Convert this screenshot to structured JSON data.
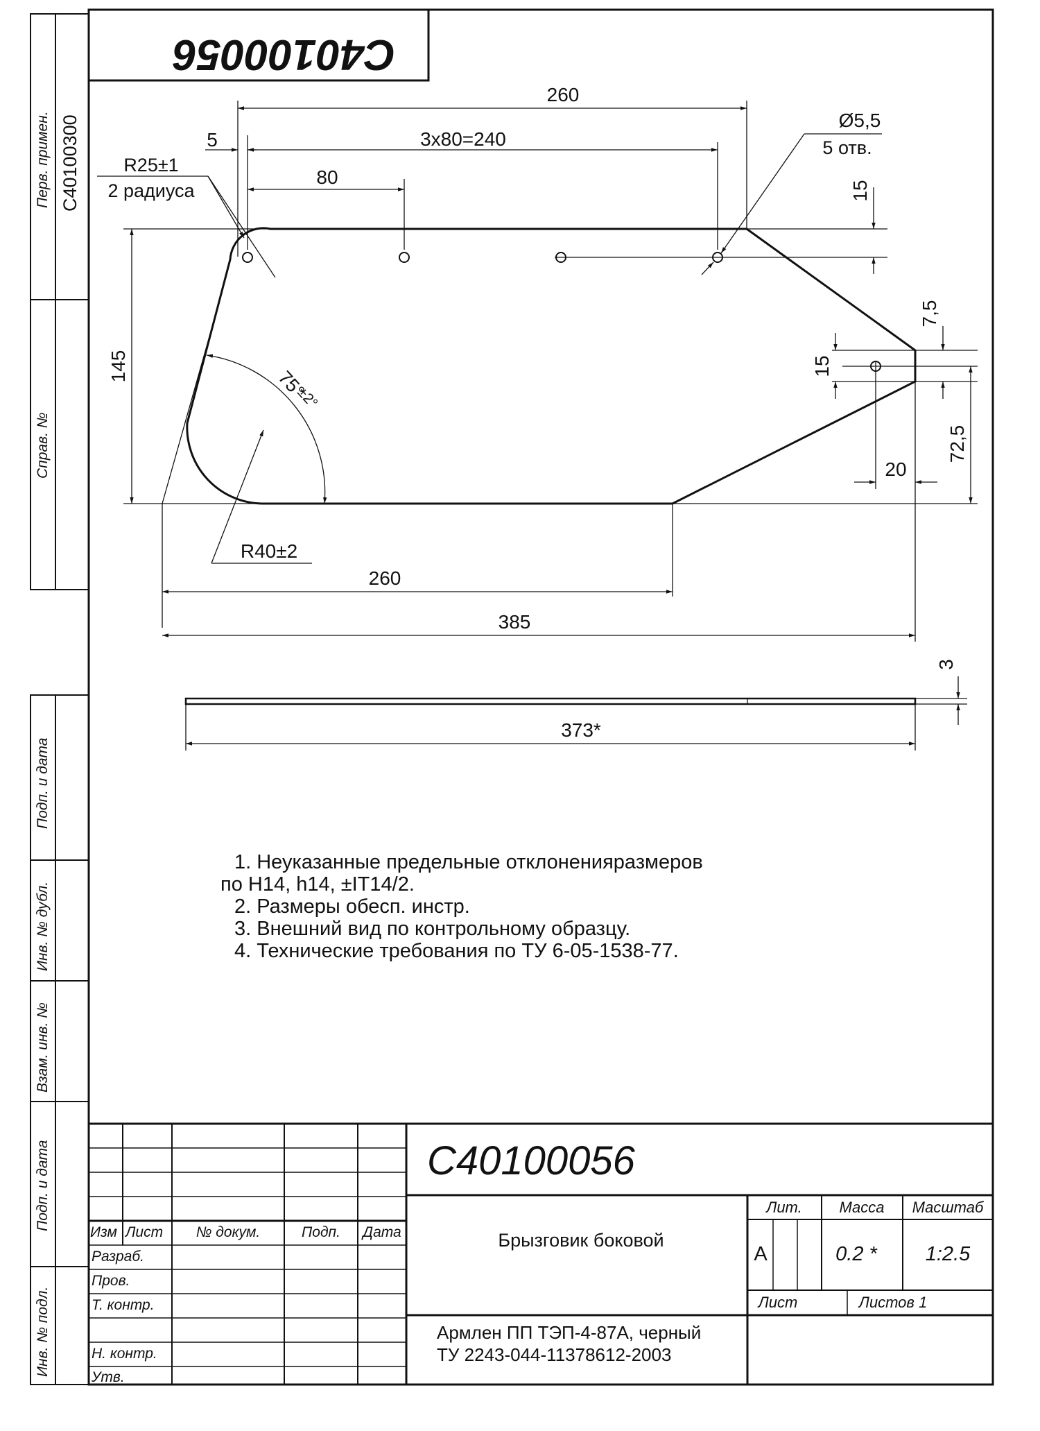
{
  "drawing": {
    "stamp_top": "C40100056",
    "designation": "C40100056",
    "name": "Брызговик боковой",
    "material_line1": "Армлен ПП ТЭП-4-87А, черный",
    "material_line2": "ТУ 2243-044-11378612-2003"
  },
  "side_columns": {
    "perv_primen_label": "Перв. примен.",
    "perv_primen_value": "C40100300",
    "sprav_label": "Справ. №",
    "podp_data_label": "Подп. и дата",
    "inv_dubl_label": "Инв. № дубл.",
    "vzam_inv_label": "Взам. инв. №",
    "podp_data2_label": "Подп. и дата",
    "inv_podl_label": "Инв. № подл."
  },
  "dimensions": {
    "top_overall": "260",
    "holes_spacing": "3x80=240",
    "hole_first": "80",
    "edge_offset": "5",
    "corner_radius": "R25±1",
    "corner_radius_note": "2 радиуса",
    "hole_dia": "Ø5,5",
    "hole_count": "5 отв.",
    "top_hole_offset": "15",
    "height": "145",
    "angle_value": "75°",
    "angle_tol": "±2°",
    "bottom_radius": "R40±2",
    "bottom_length": "260",
    "overall_length": "385",
    "tip_half": "7,5",
    "right_hole_dim": "15",
    "right_hole_x": "20",
    "right_height": "72,5",
    "thickness": "3",
    "side_length": "373*"
  },
  "notes": [
    "1. Неуказанные предельные отклоненияразмеров",
    "по H14, h14, ±IT14/2.",
    "2. Размеры обесп. инстр.",
    "3. Внешний вид по контрольному образцу.",
    "4. Технические требования по ТУ 6-05-1538-77."
  ],
  "title_block": {
    "col_izm": "Изм",
    "col_list": "Лист",
    "col_dokum": "№ докум.",
    "col_podp": "Подп.",
    "col_data": "Дата",
    "row_razrab": "Разраб.",
    "row_prov": "Пров.",
    "row_tkontr": "Т. контр.",
    "row_nkontr": "Н. контр.",
    "row_utv": "Утв.",
    "lit_label": "Лит.",
    "massa_label": "Масса",
    "masshtab_label": "Масштаб",
    "lit_value": "А",
    "massa_value": "0.2 *",
    "masshtab_value": "1:2.5",
    "list_label": "Лист",
    "listov_label": "Листов 1"
  }
}
